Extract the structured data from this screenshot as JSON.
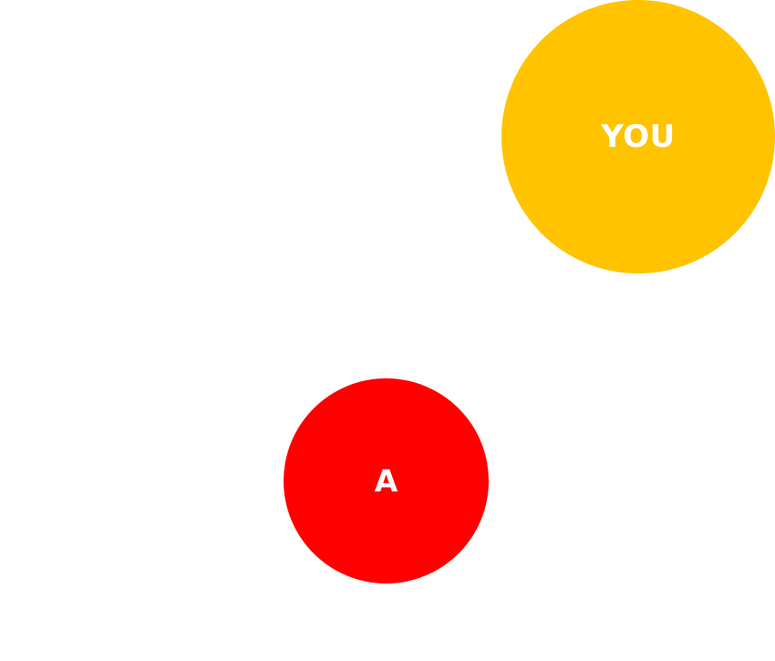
{
  "players": [
    {
      "id": "player",
      "label": "YOU",
      "color": "#FFC300"
    },
    {
      "id": "target",
      "label": "A",
      "color": "#FF0000"
    }
  ]
}
